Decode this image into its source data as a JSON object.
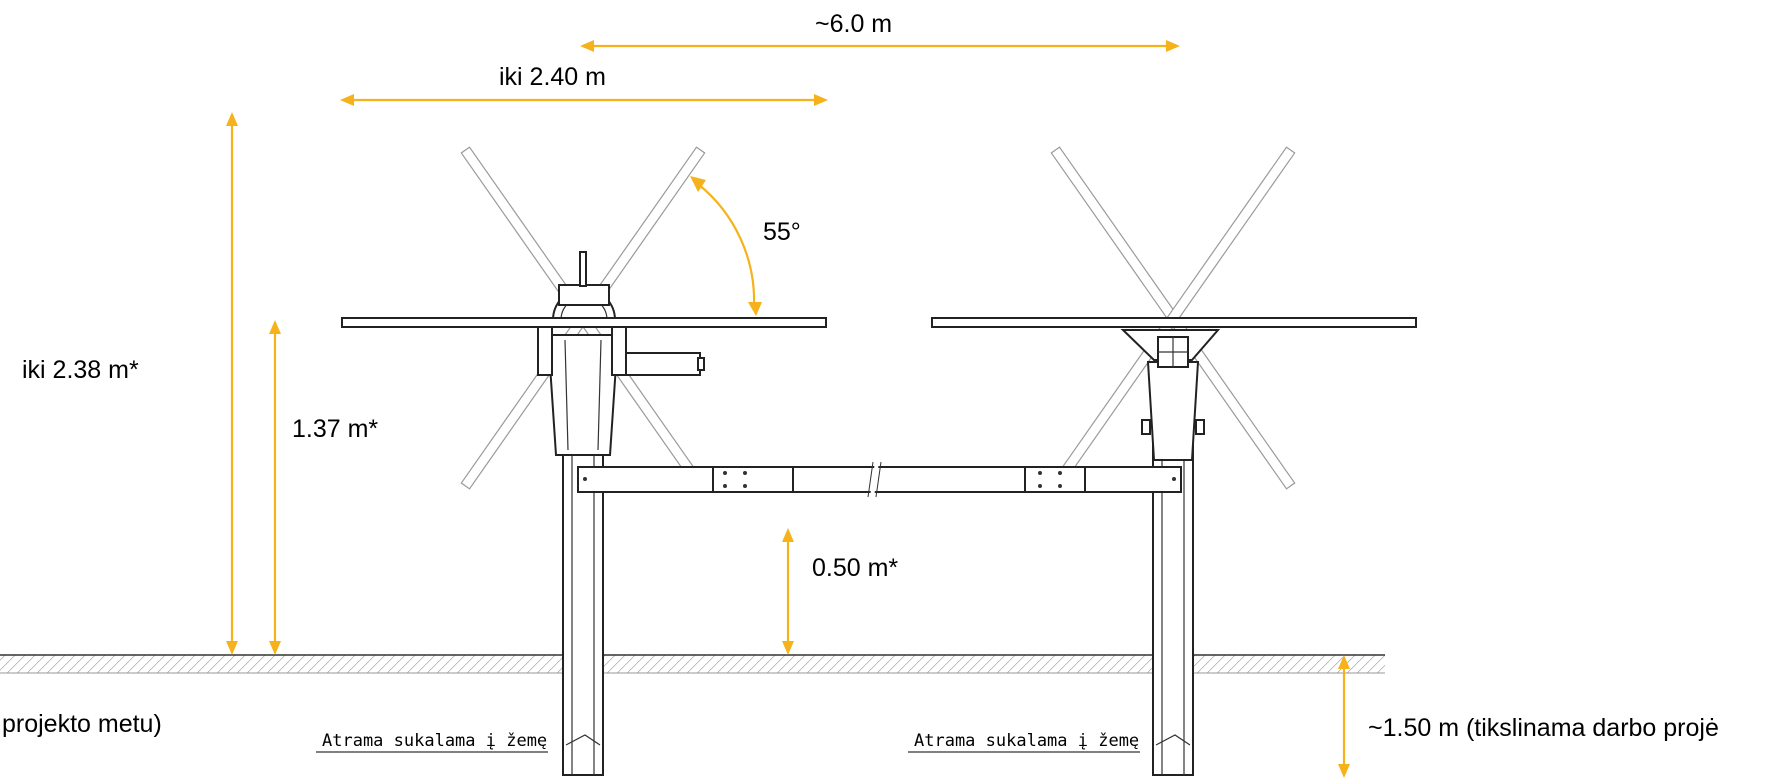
{
  "colors": {
    "dimension": "#f6b21b",
    "structure": "#222222",
    "ghost_panel": "#9a9a9a",
    "background": "#ffffff"
  },
  "dimensions": {
    "row_spacing": "~6.0 m",
    "panel_width": "iki 2.40 m",
    "max_height": "iki 2.38 m*",
    "axis_height": "1.37 m*",
    "ground_clearance": "0.50 m*",
    "tilt_angle": "55°",
    "pile_depth": "~1.50 m (tikslinama darbo projė"
  },
  "notes": {
    "left_edge_text": "projekto metu)",
    "soil_label_left": "Atrama sukalama į žemę",
    "soil_label_right": "Atrama sukalama į žemę"
  }
}
